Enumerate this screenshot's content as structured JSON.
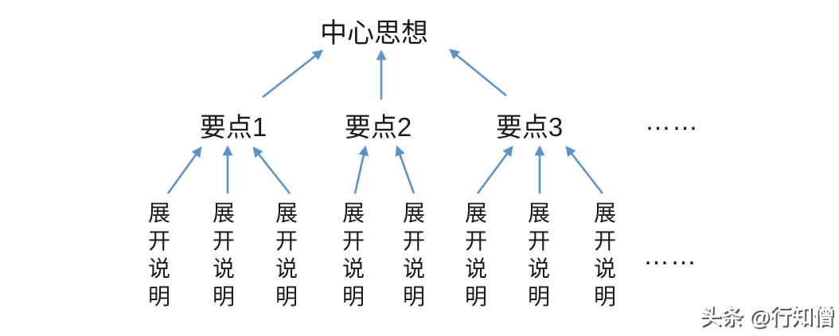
{
  "diagram": {
    "title": {
      "label": "中心思想"
    },
    "points": [
      {
        "label": "要点1"
      },
      {
        "label": "要点2"
      },
      {
        "label": "要点3"
      }
    ],
    "points_ellipsis": "……",
    "details": [
      {
        "text": "展开说明"
      },
      {
        "text": "展开说明"
      },
      {
        "text": "展开说明"
      },
      {
        "text": "展开说明"
      },
      {
        "text": "展开说明"
      },
      {
        "text": "展开说明"
      },
      {
        "text": "展开说明"
      },
      {
        "text": "展开说明"
      }
    ],
    "details_ellipsis": "……",
    "colors": {
      "arrow": "#5E93C8",
      "text": "#1a1a1a"
    }
  },
  "watermark": {
    "text": "头条 @行知僧"
  }
}
